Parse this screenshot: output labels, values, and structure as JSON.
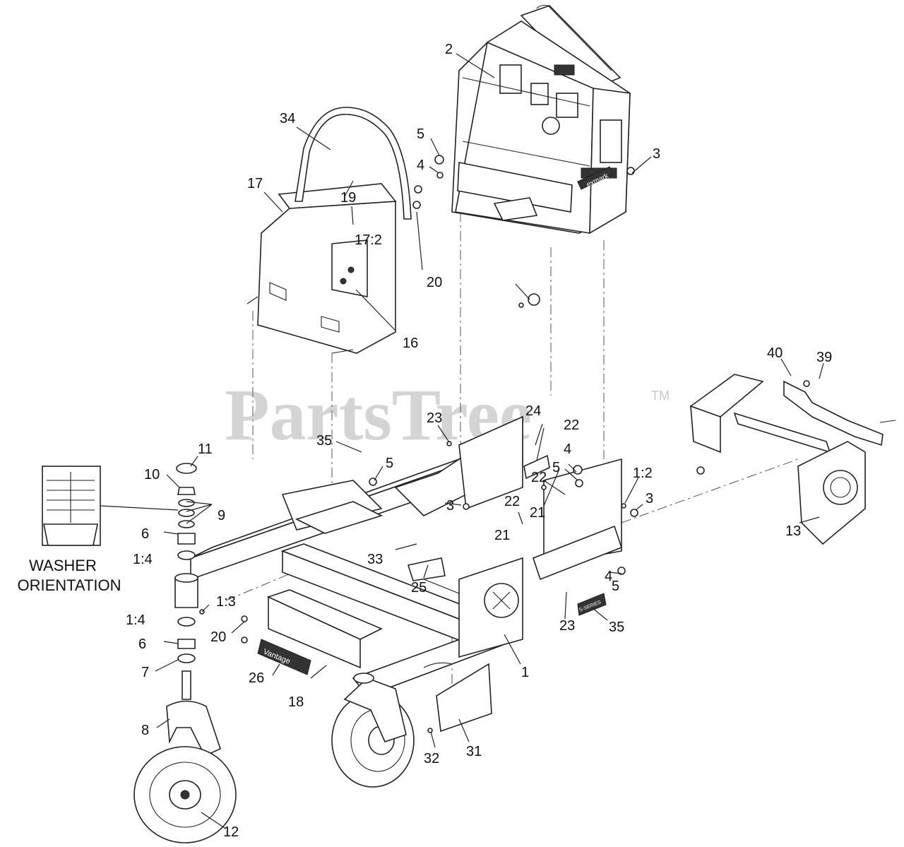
{
  "watermark": {
    "text": "PartsTree",
    "trademark": "TM"
  },
  "inset": {
    "caption_line1": "WASHER",
    "caption_line2": "ORIENTATION"
  },
  "callouts": [
    {
      "text": "1"
    },
    {
      "text": "2"
    },
    {
      "text": "3"
    },
    {
      "text": "3"
    },
    {
      "text": "3"
    },
    {
      "text": "3"
    },
    {
      "text": "4"
    },
    {
      "text": "4"
    },
    {
      "text": "4"
    },
    {
      "text": "5"
    },
    {
      "text": "5"
    },
    {
      "text": "5"
    },
    {
      "text": "5"
    },
    {
      "text": "6"
    },
    {
      "text": "6"
    },
    {
      "text": "7"
    },
    {
      "text": "8"
    },
    {
      "text": "9"
    },
    {
      "text": "10"
    },
    {
      "text": "11"
    },
    {
      "text": "12"
    },
    {
      "text": "13"
    },
    {
      "text": "16"
    },
    {
      "text": "17"
    },
    {
      "text": "17:2"
    },
    {
      "text": "18"
    },
    {
      "text": "19"
    },
    {
      "text": "20"
    },
    {
      "text": "20"
    },
    {
      "text": "21"
    },
    {
      "text": "21"
    },
    {
      "text": "22"
    },
    {
      "text": "22"
    },
    {
      "text": "22"
    },
    {
      "text": "23"
    },
    {
      "text": "23"
    },
    {
      "text": "24"
    },
    {
      "text": "25"
    },
    {
      "text": "26"
    },
    {
      "text": "31"
    },
    {
      "text": "32"
    },
    {
      "text": "33"
    },
    {
      "text": "34"
    },
    {
      "text": "35"
    },
    {
      "text": "35"
    },
    {
      "text": "39"
    },
    {
      "text": "40"
    },
    {
      "text": "1:2"
    },
    {
      "text": "1:3"
    },
    {
      "text": "1:4"
    },
    {
      "text": "1:4"
    },
    {
      "text": "4"
    },
    {
      "text": "5"
    }
  ],
  "decals": {
    "brand": "Vantage",
    "series": "S-SERIES",
    "console_brand": "exmark"
  }
}
